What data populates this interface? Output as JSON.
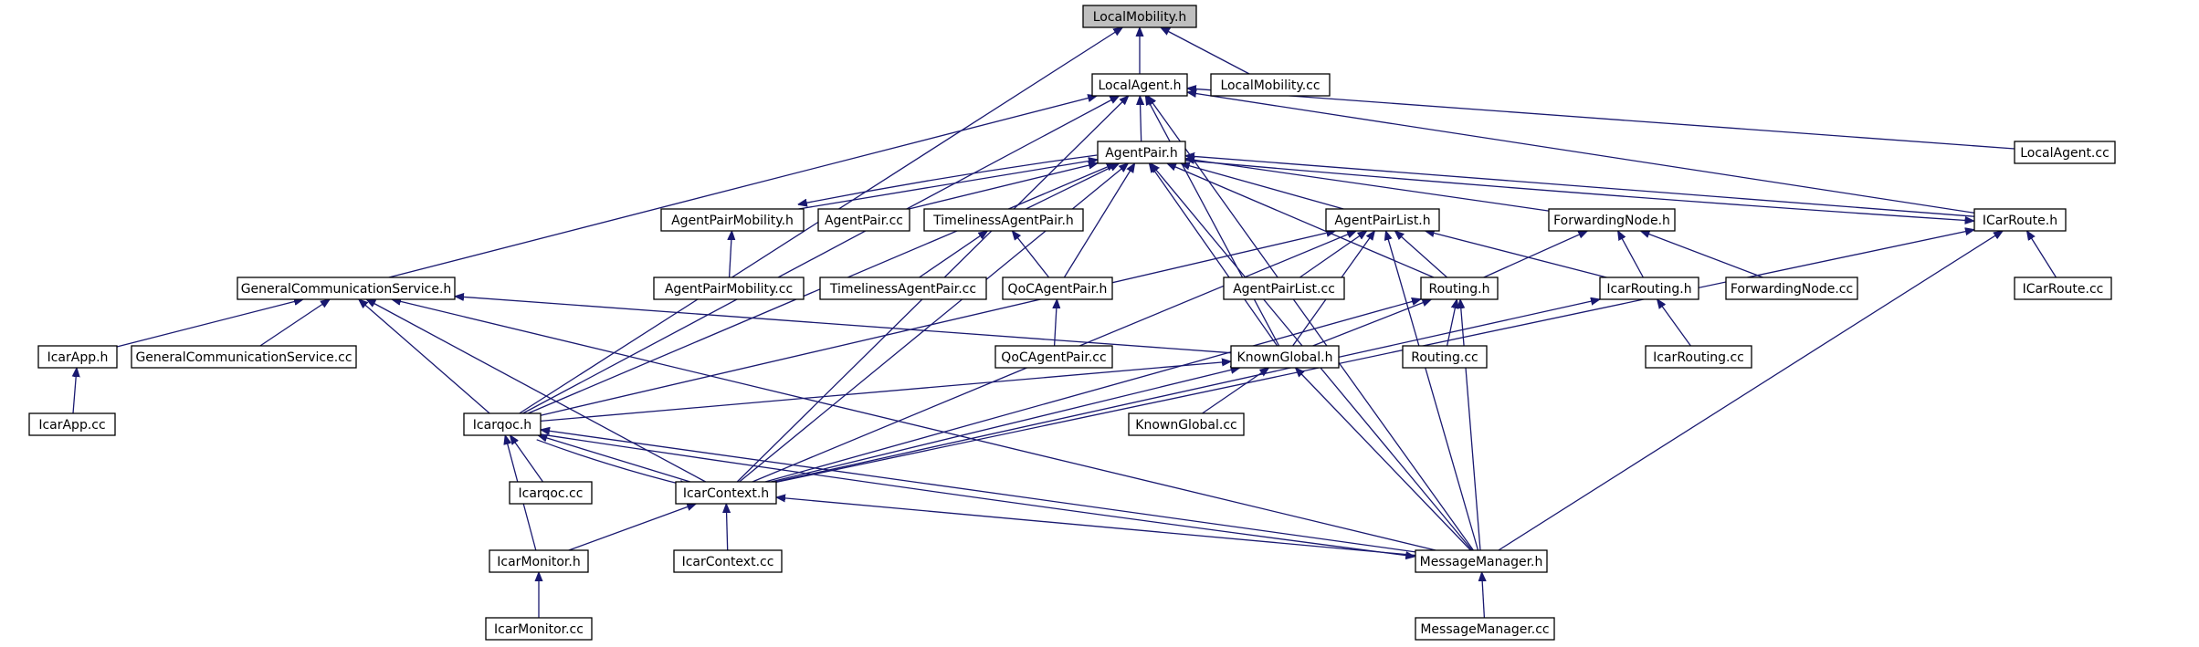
{
  "graph": {
    "kind": "include-dependency-graph",
    "colors": {
      "edge": "#191970",
      "node_border": "#000000",
      "root_fill": "#bfbfbf",
      "node_fill": "#ffffff"
    },
    "root": "LocalMobility.h",
    "nodes": [
      {
        "id": "LocalMobility.h",
        "label": "LocalMobility.h"
      },
      {
        "id": "LocalAgent.h",
        "label": "LocalAgent.h"
      },
      {
        "id": "LocalMobility.cc",
        "label": "LocalMobility.cc"
      },
      {
        "id": "AgentPair.h",
        "label": "AgentPair.h"
      },
      {
        "id": "LocalAgent.cc",
        "label": "LocalAgent.cc"
      },
      {
        "id": "AgentPairMobility.h",
        "label": "AgentPairMobility.h"
      },
      {
        "id": "AgentPair.cc",
        "label": "AgentPair.cc"
      },
      {
        "id": "TimelinessAgentPair.h",
        "label": "TimelinessAgentPair.h"
      },
      {
        "id": "AgentPairList.h",
        "label": "AgentPairList.h"
      },
      {
        "id": "ForwardingNode.h",
        "label": "ForwardingNode.h"
      },
      {
        "id": "ICarRoute.h",
        "label": "ICarRoute.h"
      },
      {
        "id": "GeneralCommunicationService.h",
        "label": "GeneralCommunicationService.h"
      },
      {
        "id": "AgentPairMobility.cc",
        "label": "AgentPairMobility.cc"
      },
      {
        "id": "TimelinessAgentPair.cc",
        "label": "TimelinessAgentPair.cc"
      },
      {
        "id": "QoCAgentPair.h",
        "label": "QoCAgentPair.h"
      },
      {
        "id": "AgentPairList.cc",
        "label": "AgentPairList.cc"
      },
      {
        "id": "Routing.h",
        "label": "Routing.h"
      },
      {
        "id": "IcarRouting.h",
        "label": "IcarRouting.h"
      },
      {
        "id": "ForwardingNode.cc",
        "label": "ForwardingNode.cc"
      },
      {
        "id": "ICarRoute.cc",
        "label": "ICarRoute.cc"
      },
      {
        "id": "IcarApp.h",
        "label": "IcarApp.h"
      },
      {
        "id": "GeneralCommunicationService.cc",
        "label": "GeneralCommunicationService.cc"
      },
      {
        "id": "QoCAgentPair.cc",
        "label": "QoCAgentPair.cc"
      },
      {
        "id": "KnownGlobal.h",
        "label": "KnownGlobal.h"
      },
      {
        "id": "Routing.cc",
        "label": "Routing.cc"
      },
      {
        "id": "IcarRouting.cc",
        "label": "IcarRouting.cc"
      },
      {
        "id": "IcarApp.cc",
        "label": "IcarApp.cc"
      },
      {
        "id": "Icarqoc.h",
        "label": "Icarqoc.h"
      },
      {
        "id": "KnownGlobal.cc",
        "label": "KnownGlobal.cc"
      },
      {
        "id": "Icarqoc.cc",
        "label": "Icarqoc.cc"
      },
      {
        "id": "IcarContext.h",
        "label": "IcarContext.h"
      },
      {
        "id": "IcarMonitor.h",
        "label": "IcarMonitor.h"
      },
      {
        "id": "IcarContext.cc",
        "label": "IcarContext.cc"
      },
      {
        "id": "MessageManager.h",
        "label": "MessageManager.h"
      },
      {
        "id": "IcarMonitor.cc",
        "label": "IcarMonitor.cc"
      },
      {
        "id": "MessageManager.cc",
        "label": "MessageManager.cc"
      }
    ],
    "edges": [
      {
        "from": "LocalAgent.h",
        "to": "LocalMobility.h"
      },
      {
        "from": "LocalMobility.cc",
        "to": "LocalMobility.h"
      },
      {
        "from": "Icarqoc.h",
        "to": "LocalMobility.h"
      },
      {
        "from": "AgentPair.h",
        "to": "LocalAgent.h"
      },
      {
        "from": "LocalAgent.cc",
        "to": "LocalAgent.h"
      },
      {
        "from": "GeneralCommunicationService.h",
        "to": "LocalAgent.h"
      },
      {
        "from": "Icarqoc.h",
        "to": "LocalAgent.h"
      },
      {
        "from": "IcarContext.h",
        "to": "LocalAgent.h"
      },
      {
        "from": "ICarRoute.h",
        "to": "LocalAgent.h"
      },
      {
        "from": "KnownGlobal.h",
        "to": "LocalAgent.h"
      },
      {
        "from": "MessageManager.h",
        "to": "LocalAgent.h"
      },
      {
        "from": "AgentPairMobility.h",
        "to": "AgentPair.h"
      },
      {
        "from": "AgentPair.h",
        "to": "AgentPairMobility.h"
      },
      {
        "from": "AgentPair.cc",
        "to": "AgentPair.h"
      },
      {
        "from": "TimelinessAgentPair.h",
        "to": "AgentPair.h"
      },
      {
        "from": "QoCAgentPair.h",
        "to": "AgentPair.h"
      },
      {
        "from": "AgentPairList.h",
        "to": "AgentPair.h"
      },
      {
        "from": "ForwardingNode.h",
        "to": "AgentPair.h"
      },
      {
        "from": "ICarRoute.h",
        "to": "AgentPair.h"
      },
      {
        "from": "AgentPair.h",
        "to": "ICarRoute.h"
      },
      {
        "from": "Routing.h",
        "to": "AgentPair.h"
      },
      {
        "from": "KnownGlobal.h",
        "to": "AgentPair.h"
      },
      {
        "from": "Icarqoc.h",
        "to": "AgentPair.h"
      },
      {
        "from": "IcarContext.h",
        "to": "AgentPair.h"
      },
      {
        "from": "MessageManager.h",
        "to": "AgentPair.h"
      },
      {
        "from": "AgentPairMobility.cc",
        "to": "AgentPairMobility.h"
      },
      {
        "from": "TimelinessAgentPair.cc",
        "to": "TimelinessAgentPair.h"
      },
      {
        "from": "QoCAgentPair.h",
        "to": "TimelinessAgentPair.h"
      },
      {
        "from": "QoCAgentPair.cc",
        "to": "QoCAgentPair.h"
      },
      {
        "from": "AgentPairList.cc",
        "to": "AgentPairList.h"
      },
      {
        "from": "Routing.h",
        "to": "AgentPairList.h"
      },
      {
        "from": "IcarRouting.h",
        "to": "AgentPairList.h"
      },
      {
        "from": "KnownGlobal.h",
        "to": "AgentPairList.h"
      },
      {
        "from": "Icarqoc.h",
        "to": "AgentPairList.h"
      },
      {
        "from": "IcarContext.h",
        "to": "AgentPairList.h"
      },
      {
        "from": "MessageManager.h",
        "to": "AgentPairList.h"
      },
      {
        "from": "Routing.h",
        "to": "ForwardingNode.h"
      },
      {
        "from": "IcarRouting.h",
        "to": "ForwardingNode.h"
      },
      {
        "from": "ForwardingNode.cc",
        "to": "ForwardingNode.h"
      },
      {
        "from": "ICarRoute.cc",
        "to": "ICarRoute.h"
      },
      {
        "from": "IcarContext.h",
        "to": "ICarRoute.h"
      },
      {
        "from": "MessageManager.h",
        "to": "ICarRoute.h"
      },
      {
        "from": "IcarApp.h",
        "to": "GeneralCommunicationService.h"
      },
      {
        "from": "GeneralCommunicationService.cc",
        "to": "GeneralCommunicationService.h"
      },
      {
        "from": "Icarqoc.h",
        "to": "GeneralCommunicationService.h"
      },
      {
        "from": "IcarContext.h",
        "to": "GeneralCommunicationService.h"
      },
      {
        "from": "KnownGlobal.h",
        "to": "GeneralCommunicationService.h"
      },
      {
        "from": "MessageManager.h",
        "to": "GeneralCommunicationService.h"
      },
      {
        "from": "IcarApp.cc",
        "to": "IcarApp.h"
      },
      {
        "from": "KnownGlobal.h",
        "to": "Routing.h"
      },
      {
        "from": "Routing.cc",
        "to": "Routing.h"
      },
      {
        "from": "IcarContext.h",
        "to": "Routing.h"
      },
      {
        "from": "MessageManager.h",
        "to": "Routing.h"
      },
      {
        "from": "IcarRouting.cc",
        "to": "IcarRouting.h"
      },
      {
        "from": "IcarContext.h",
        "to": "IcarRouting.h"
      },
      {
        "from": "Icarqoc.h",
        "to": "KnownGlobal.h"
      },
      {
        "from": "KnownGlobal.cc",
        "to": "KnownGlobal.h"
      },
      {
        "from": "IcarContext.h",
        "to": "KnownGlobal.h"
      },
      {
        "from": "MessageManager.h",
        "to": "KnownGlobal.h"
      },
      {
        "from": "Icarqoc.cc",
        "to": "Icarqoc.h"
      },
      {
        "from": "IcarContext.h",
        "to": "Icarqoc.h"
      },
      {
        "from": "Icarqoc.h",
        "to": "IcarContext.h"
      },
      {
        "from": "MessageManager.h",
        "to": "Icarqoc.h"
      },
      {
        "from": "Icarqoc.h",
        "to": "MessageManager.h"
      },
      {
        "from": "IcarMonitor.h",
        "to": "Icarqoc.h"
      },
      {
        "from": "IcarMonitor.h",
        "to": "IcarContext.h"
      },
      {
        "from": "IcarContext.cc",
        "to": "IcarContext.h"
      },
      {
        "from": "MessageManager.h",
        "to": "IcarContext.h"
      },
      {
        "from": "IcarMonitor.cc",
        "to": "IcarMonitor.h"
      },
      {
        "from": "MessageManager.cc",
        "to": "MessageManager.h"
      }
    ]
  }
}
